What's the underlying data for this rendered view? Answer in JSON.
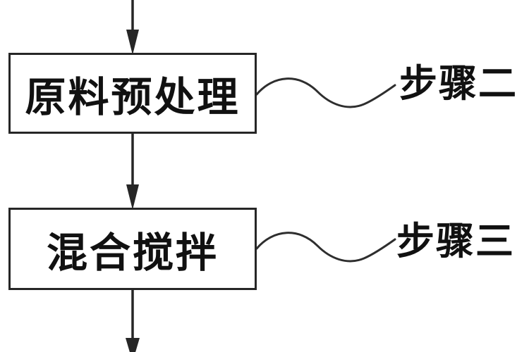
{
  "figure": {
    "type": "flowchart",
    "background_color": "#ffffff",
    "line_color": "#262626",
    "text_color": "#111111",
    "steps": [
      {
        "box_label": "原料预处理",
        "step_label": "步骤二"
      },
      {
        "box_label": "混合搅拌",
        "step_label": "步骤三"
      }
    ]
  }
}
